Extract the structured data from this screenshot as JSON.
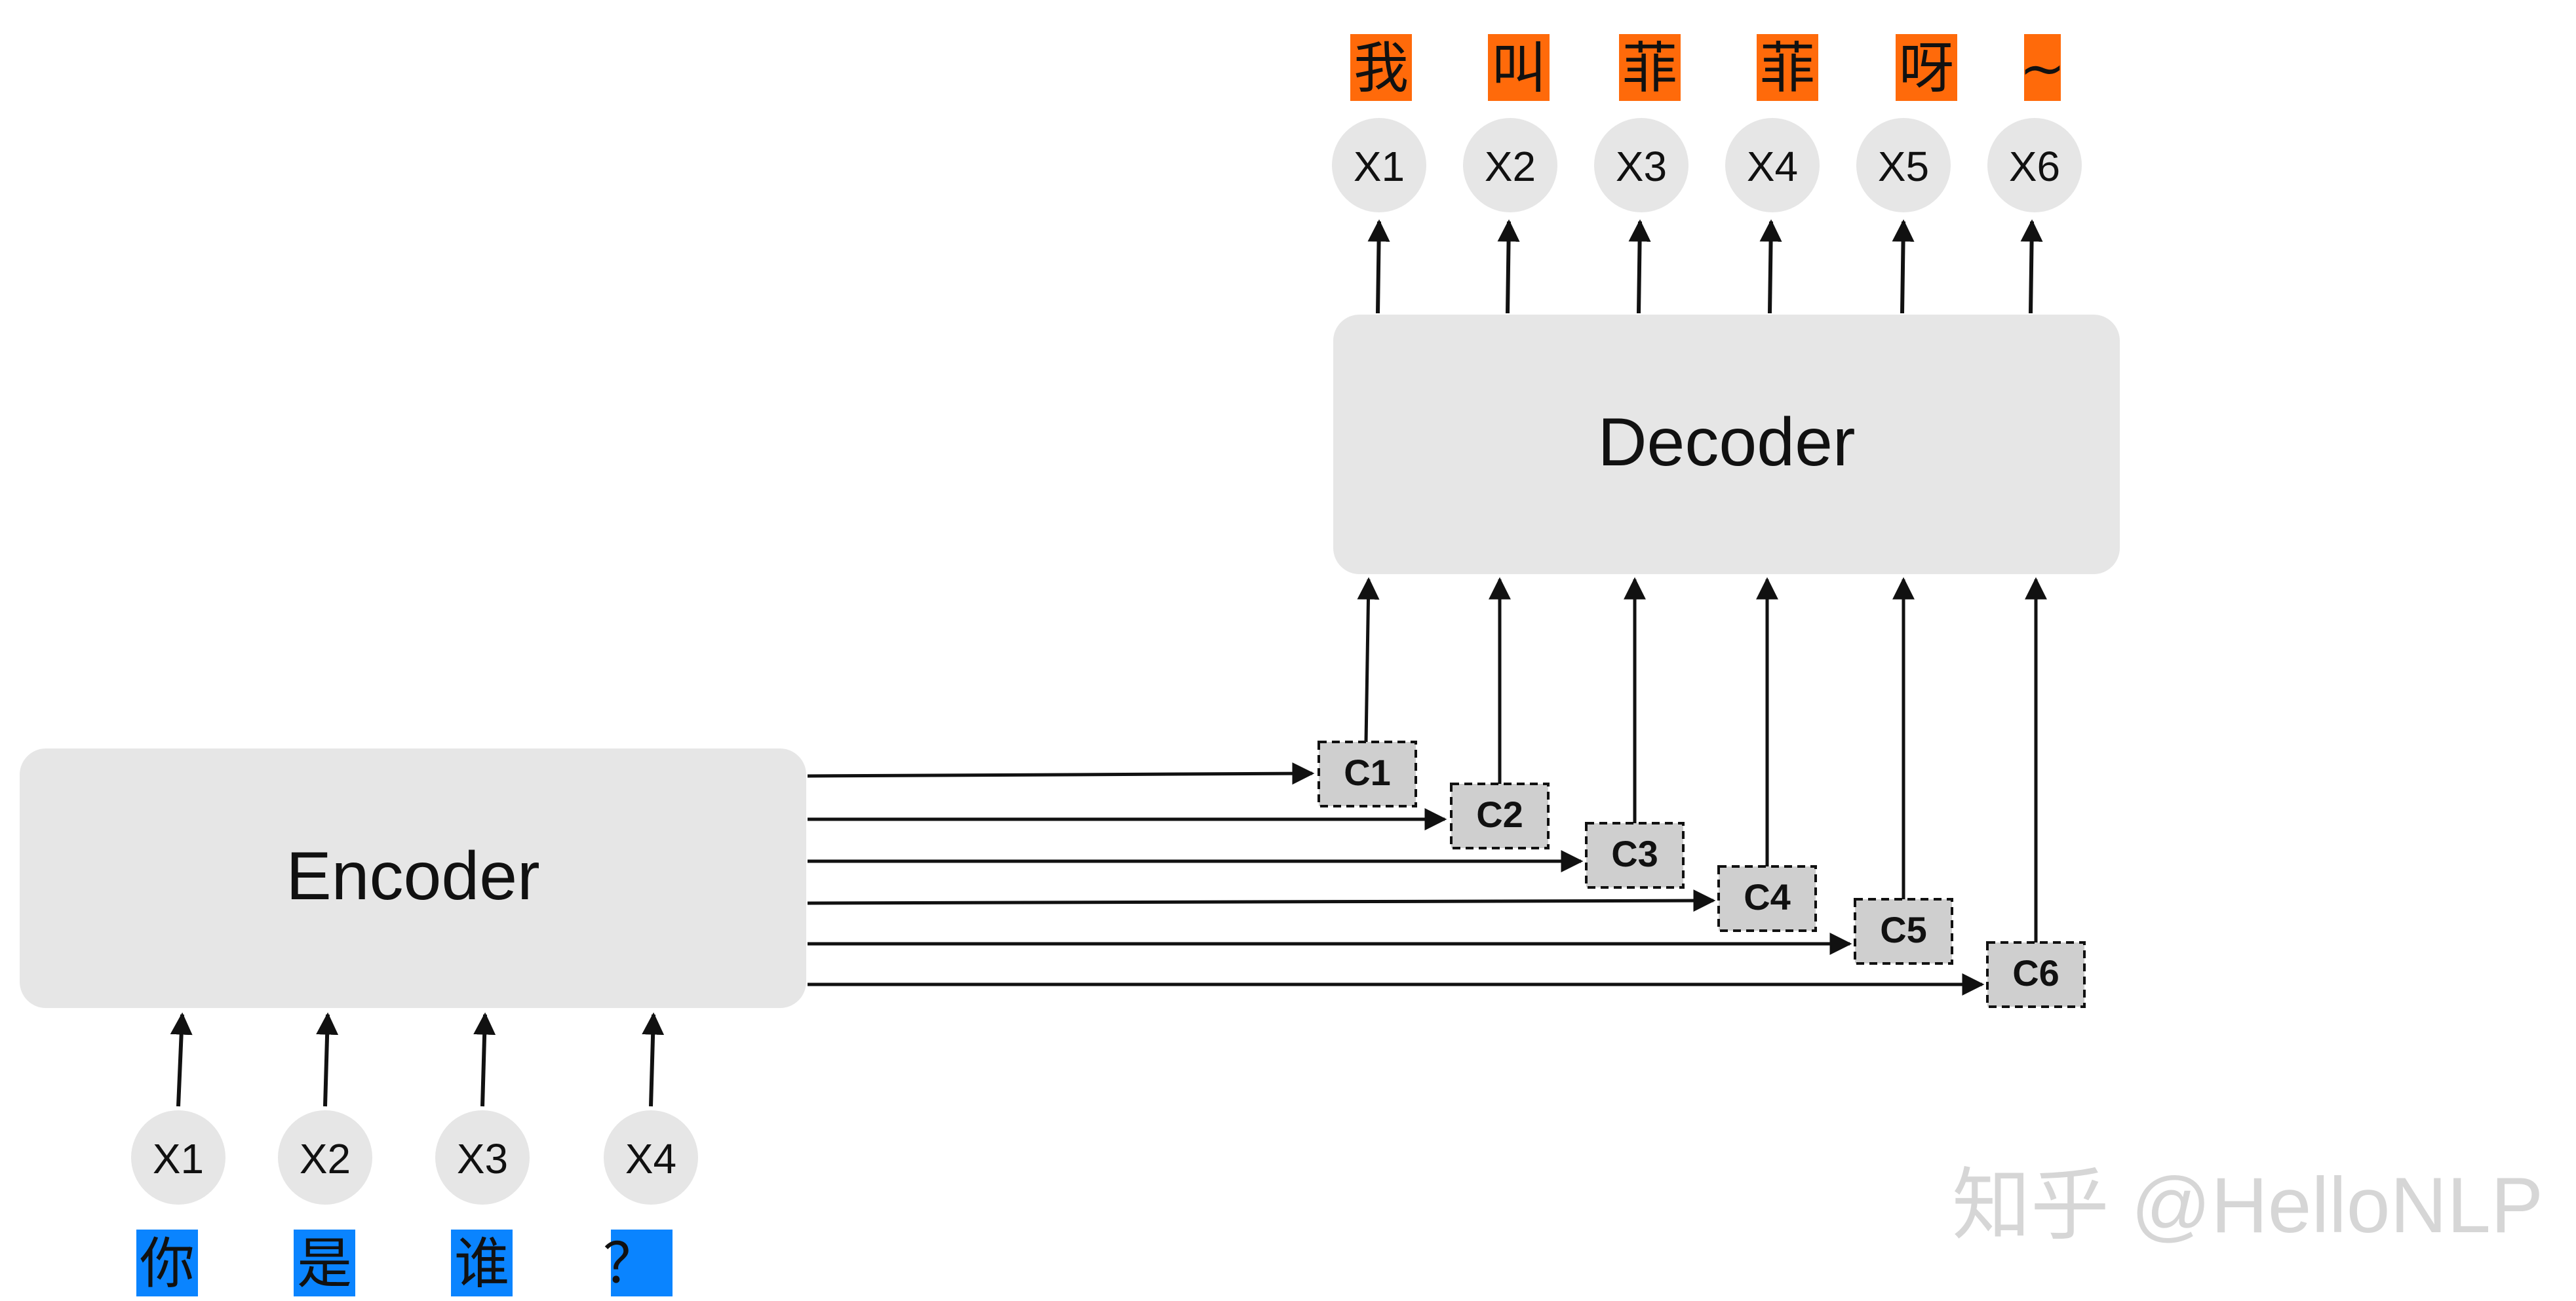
{
  "encoder": {
    "label": "Encoder",
    "inputs": [
      {
        "node": "X1",
        "token": "你"
      },
      {
        "node": "X2",
        "token": "是"
      },
      {
        "node": "X3",
        "token": "谁"
      },
      {
        "node": "X4",
        "token": "？"
      }
    ]
  },
  "decoder": {
    "label": "Decoder",
    "outputs": [
      {
        "node": "X1",
        "token": "我"
      },
      {
        "node": "X2",
        "token": "叫"
      },
      {
        "node": "X3",
        "token": "菲"
      },
      {
        "node": "X4",
        "token": "菲"
      },
      {
        "node": "X5",
        "token": "呀"
      },
      {
        "node": "X6",
        "token": "~"
      }
    ]
  },
  "contexts": [
    "C1",
    "C2",
    "C3",
    "C4",
    "C5",
    "C6"
  ],
  "watermark": "知乎 @HelloNLP",
  "colors": {
    "input_highlight": "#0a84ff",
    "output_highlight": "#ff6a0a",
    "box_fill": "#e6e6e6",
    "node_fill": "#e6e6e6",
    "context_fill": "#cfcfcf",
    "arrow": "#111111",
    "watermark": "#d6d6d6"
  }
}
